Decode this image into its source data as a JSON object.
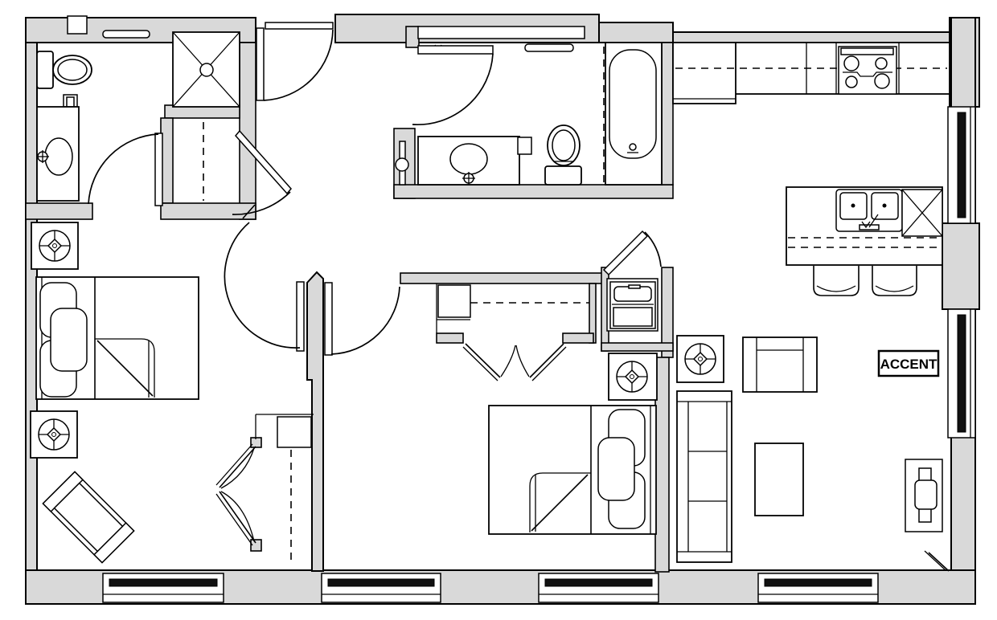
{
  "floorplan": {
    "type": "apartment-unit-floor-plan",
    "label_accent": "ACCENT",
    "colors": {
      "wall_fill": "#d9d9d9",
      "line": "#000000",
      "floor": "#ffffff",
      "glazing": "#111111"
    },
    "fixtures": {
      "bath1": [
        "toilet",
        "vanity-sink",
        "shower",
        "towel-bar",
        "linen-closet"
      ],
      "bath2": [
        "vanity-sink",
        "toilet",
        "bathtub",
        "towel-bar",
        "shower-curtain"
      ],
      "kitchen": [
        "counter",
        "upper-cabinets-dashed",
        "cooktop-4-burner",
        "island",
        "double-sink",
        "dishwasher",
        "bar-stool",
        "bar-stool"
      ],
      "bedroom1": [
        "bed-double",
        "ceiling-fan",
        "ceiling-fan",
        "armchair",
        "closet-bifold"
      ],
      "bedroom2": [
        "closet-shelf-rod",
        "closet-bifold",
        "washer-dryer",
        "ceiling-fan",
        "bed-double"
      ],
      "living": [
        "sofa-3-seat",
        "armchair",
        "coffee-table",
        "wall-tv-unit",
        "ceiling-fan"
      ]
    },
    "windows": {
      "bottom_wall": 4,
      "right_wall": 2,
      "transom_top": 1
    },
    "doors": {
      "swing": 7,
      "bifold": 2
    }
  }
}
